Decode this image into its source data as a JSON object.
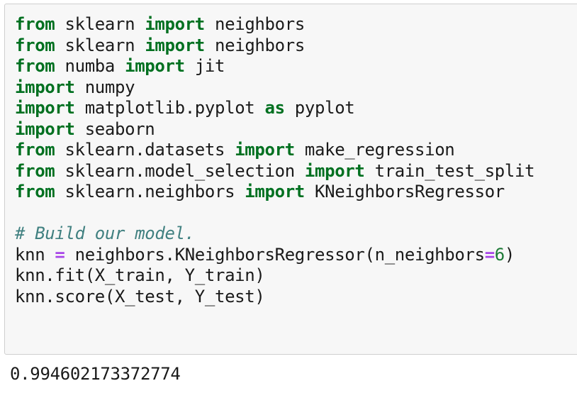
{
  "cell": {
    "type": "code-cell",
    "background_color": "#f7f7f7",
    "border_color": "#cfcfcf",
    "lines": [
      {
        "index": 0,
        "text": "from sklearn import neighbors",
        "tokens": [
          {
            "t": "from",
            "k": "kw"
          },
          {
            "t": " sklearn ",
            "k": "txt"
          },
          {
            "t": "import",
            "k": "kw"
          },
          {
            "t": " neighbors",
            "k": "txt"
          }
        ]
      },
      {
        "index": 1,
        "text": "from sklearn import neighbors",
        "tokens": [
          {
            "t": "from",
            "k": "kw"
          },
          {
            "t": " sklearn ",
            "k": "txt"
          },
          {
            "t": "import",
            "k": "kw"
          },
          {
            "t": " neighbors",
            "k": "txt"
          }
        ]
      },
      {
        "index": 2,
        "text": "from numba import jit",
        "tokens": [
          {
            "t": "from",
            "k": "kw"
          },
          {
            "t": " numba ",
            "k": "txt"
          },
          {
            "t": "import",
            "k": "kw"
          },
          {
            "t": " jit",
            "k": "txt"
          }
        ]
      },
      {
        "index": 3,
        "text": "import numpy",
        "tokens": [
          {
            "t": "import",
            "k": "kw"
          },
          {
            "t": " numpy",
            "k": "txt"
          }
        ]
      },
      {
        "index": 4,
        "text": "import matplotlib.pyplot as pyplot",
        "tokens": [
          {
            "t": "import",
            "k": "kw"
          },
          {
            "t": " matplotlib.pyplot ",
            "k": "txt"
          },
          {
            "t": "as",
            "k": "kw"
          },
          {
            "t": " pyplot",
            "k": "txt"
          }
        ]
      },
      {
        "index": 5,
        "text": "import seaborn",
        "tokens": [
          {
            "t": "import",
            "k": "kw"
          },
          {
            "t": " seaborn",
            "k": "txt"
          }
        ]
      },
      {
        "index": 6,
        "text": "from sklearn.datasets import make_regression",
        "tokens": [
          {
            "t": "from",
            "k": "kw"
          },
          {
            "t": " sklearn.datasets ",
            "k": "txt"
          },
          {
            "t": "import",
            "k": "kw"
          },
          {
            "t": " make_regression",
            "k": "txt"
          }
        ]
      },
      {
        "index": 7,
        "text": "from sklearn.model_selection import train_test_split",
        "tokens": [
          {
            "t": "from",
            "k": "kw"
          },
          {
            "t": " sklearn.model_selection ",
            "k": "txt"
          },
          {
            "t": "import",
            "k": "kw"
          },
          {
            "t": " train_test_split",
            "k": "txt"
          }
        ]
      },
      {
        "index": 8,
        "text": "from sklearn.neighbors import KNeighborsRegressor",
        "tokens": [
          {
            "t": "from",
            "k": "kw"
          },
          {
            "t": " sklearn.neighbors ",
            "k": "txt"
          },
          {
            "t": "import",
            "k": "kw"
          },
          {
            "t": " KNeighborsRegressor",
            "k": "txt"
          }
        ]
      },
      {
        "index": 9,
        "text": "",
        "tokens": []
      },
      {
        "index": 10,
        "text": "# Build our model.",
        "tokens": [
          {
            "t": "# Build our model.",
            "k": "com"
          }
        ]
      },
      {
        "index": 11,
        "text": "knn = neighbors.KNeighborsRegressor(n_neighbors=6)",
        "tokens": [
          {
            "t": "knn ",
            "k": "txt"
          },
          {
            "t": "=",
            "k": "op"
          },
          {
            "t": " neighbors.KNeighborsRegressor(n_neighbors",
            "k": "txt"
          },
          {
            "t": "=",
            "k": "op"
          },
          {
            "t": "6",
            "k": "num"
          },
          {
            "t": ")",
            "k": "txt"
          }
        ]
      },
      {
        "index": 12,
        "text": "knn.fit(X_train, Y_train)",
        "tokens": [
          {
            "t": "knn.fit(X_train, Y_train)",
            "k": "txt"
          }
        ]
      },
      {
        "index": 13,
        "text": "knn.score(X_test, Y_test)",
        "tokens": [
          {
            "t": "knn.score(X_test, Y_test)",
            "k": "txt"
          }
        ]
      }
    ]
  },
  "output": {
    "lines": [
      "0.994602173372774"
    ]
  },
  "colors": {
    "keyword": "#007020",
    "comment": "#408080",
    "operator": "#a845e8",
    "number": "#1d7a36",
    "text": "#1a1a1a",
    "cell_background": "#f7f7f7",
    "page_background": "#ffffff"
  }
}
